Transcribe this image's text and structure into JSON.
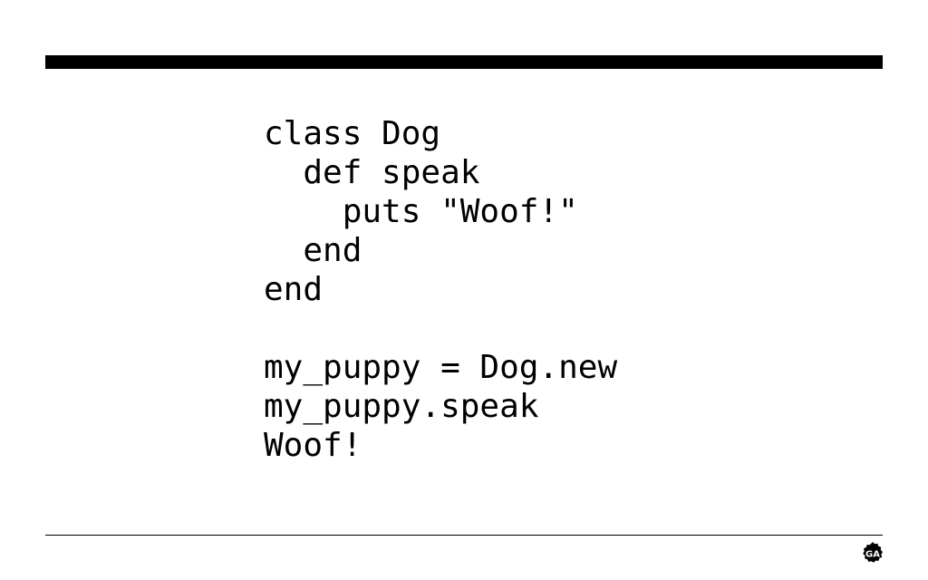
{
  "slide": {
    "code_lines": [
      "class Dog",
      "  def speak",
      "    puts \"Woof!\"",
      "  end",
      "end",
      "",
      "my_puppy = Dog.new",
      "my_puppy.speak",
      "Woof!"
    ]
  },
  "logo": {
    "text": "GA",
    "icon": "ga-badge-icon"
  },
  "colors": {
    "foreground": "#000000",
    "background": "#ffffff"
  }
}
